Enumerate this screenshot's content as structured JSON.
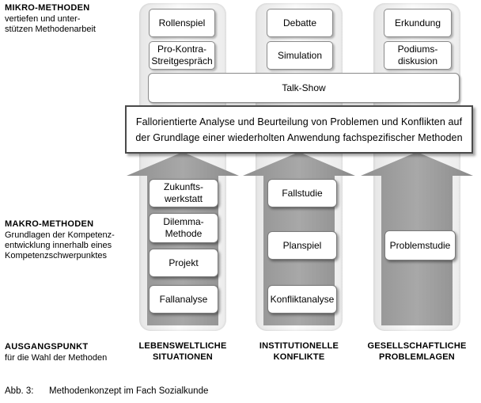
{
  "left_labels": {
    "micro_title": "MIKRO-METHODEN",
    "micro_text": "vertiefen und unter-\nstützen Methodenarbeit",
    "macro_title": "MAKRO-METHODEN",
    "macro_text": "Grundlagen der Kompetenz-\nentwicklung innerhalb eines\nKompetenzschwerpunktes",
    "start_title": "AUSGANGSPUNKT",
    "start_text": "für die Wahl der Methoden"
  },
  "micro_methods": {
    "col1": [
      "Rollenspiel",
      "Pro-Kontra-\nStreitgespräch"
    ],
    "col2": [
      "Debatte",
      "Simulation"
    ],
    "col3": [
      "Erkundung",
      "Podiums-\ndiskusion"
    ],
    "shared": "Talk-Show"
  },
  "central_text": "Fallorientierte Analyse und Beurteilung von Problemen und Konflikten auf\nder Grundlage einer wiederholten Anwendung fachspezifischer Methoden",
  "macro_methods": {
    "col1": [
      "Zukunfts-\nwerkstatt",
      "Dilemma-\nMethode",
      "Projekt",
      "Fallanalyse"
    ],
    "col2": [
      "Fallstudie",
      "Planspiel",
      "Konfliktanalyse"
    ],
    "col3": [
      "Problemstudie"
    ]
  },
  "columns": [
    "LEBENSWELTLICHE\nSITUATIONEN",
    "INSTITUTIONELLE\nKONFLIKTE",
    "GESELLSCHAFTLICHE\nPROBLEMLAGEN"
  ],
  "caption": {
    "label": "Abb. 3:",
    "text": "Methodenkonzept im Fach Sozialkunde"
  }
}
